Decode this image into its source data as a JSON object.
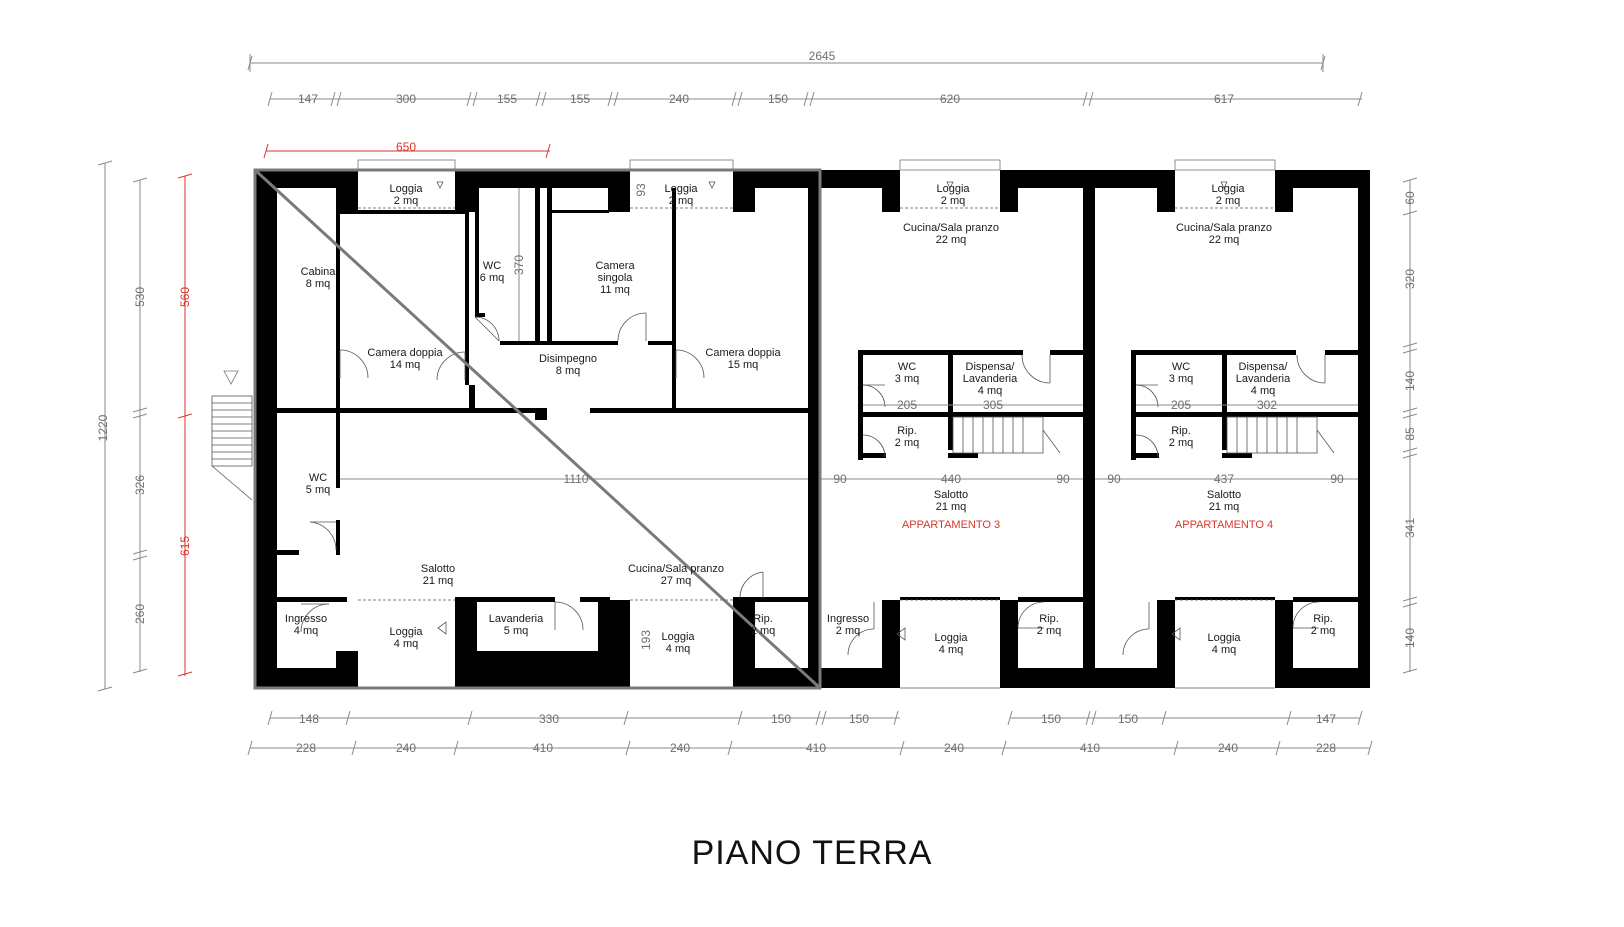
{
  "title": "PIANO TERRA",
  "dimensions": {
    "top_total": "2645",
    "top_row": [
      "147",
      "300",
      "155",
      "155",
      "240",
      "150",
      "620",
      "617"
    ],
    "red_top": "650",
    "bottom_row1": [
      "148",
      "330",
      "150",
      "150",
      "150",
      "150",
      "147"
    ],
    "bottom_row2": [
      "228",
      "240",
      "410",
      "240",
      "410",
      "240",
      "410",
      "240",
      "228"
    ],
    "left_total": "1220",
    "left_row": [
      "530",
      "326",
      "260"
    ],
    "left_red": [
      "560",
      "615"
    ],
    "right_row": [
      "60",
      "320",
      "140",
      "85",
      "341",
      "140"
    ],
    "inner": {
      "wc_height": "370",
      "loggia_depth": "93",
      "loggia_bottom_depth": "193",
      "apt1_width": "1110",
      "apt3_wc": "205",
      "apt3_disp": "305",
      "apt3_side_left": "90",
      "apt3_mid": "440",
      "apt3_side_right": "90",
      "apt4_wc": "205",
      "apt4_disp": "302",
      "apt4_side_left": "90",
      "apt4_mid": "437",
      "apt4_side_right": "90"
    }
  },
  "rooms": {
    "loggia_top_1": {
      "name": "Loggia",
      "area": "2 mq"
    },
    "loggia_top_2": {
      "name": "Loggia",
      "area": "2 mq"
    },
    "loggia_top_3": {
      "name": "Loggia",
      "area": "2 mq"
    },
    "loggia_top_4": {
      "name": "Loggia",
      "area": "2 mq"
    },
    "cabina": {
      "name": "Cabina",
      "area": "8 mq"
    },
    "wc_a1": {
      "name": "WC",
      "area": "6 mq"
    },
    "camera_singola": {
      "name": "Camera",
      "name2": "singola",
      "area": "11 mq"
    },
    "camera_doppia_1": {
      "name": "Camera doppia",
      "area": "14 mq"
    },
    "disimpegno": {
      "name": "Disimpegno",
      "area": "8 mq"
    },
    "camera_doppia_2": {
      "name": "Camera doppia",
      "area": "15 mq"
    },
    "wc_a2": {
      "name": "WC",
      "area": "5 mq"
    },
    "salotto_a": {
      "name": "Salotto",
      "area": "21 mq"
    },
    "cucina_a": {
      "name": "Cucina/Sala pranzo",
      "area": "27 mq"
    },
    "ingresso_a": {
      "name": "Ingresso",
      "area": "4 mq"
    },
    "loggia_b1": {
      "name": "Loggia",
      "area": "4 mq"
    },
    "lavanderia": {
      "name": "Lavanderia",
      "area": "5 mq"
    },
    "loggia_b2": {
      "name": "Loggia",
      "area": "4 mq"
    },
    "rip_a": {
      "name": "Rip.",
      "area": "2 mq"
    },
    "cucina_3": {
      "name": "Cucina/Sala pranzo",
      "area": "22 mq"
    },
    "wc_3": {
      "name": "WC",
      "area": "3 mq"
    },
    "dispensa_3": {
      "name": "Dispensa/",
      "name2": "Lavanderia",
      "area": "4 mq"
    },
    "rip_3a": {
      "name": "Rip.",
      "area": "2 mq"
    },
    "salotto_3": {
      "name": "Salotto",
      "area": "21 mq"
    },
    "ingresso_3": {
      "name": "Ingresso",
      "area": "2 mq"
    },
    "loggia_3b": {
      "name": "Loggia",
      "area": "4 mq"
    },
    "rip_3b": {
      "name": "Rip.",
      "area": "2 mq"
    },
    "cucina_4": {
      "name": "Cucina/Sala pranzo",
      "area": "22 mq"
    },
    "wc_4": {
      "name": "WC",
      "area": "3 mq"
    },
    "dispensa_4": {
      "name": "Dispensa/",
      "name2": "Lavanderia",
      "area": "4 mq"
    },
    "rip_4a": {
      "name": "Rip.",
      "area": "2 mq"
    },
    "salotto_4": {
      "name": "Salotto",
      "area": "21 mq"
    },
    "loggia_4b": {
      "name": "Loggia",
      "area": "4 mq"
    },
    "rip_4b": {
      "name": "Rip.",
      "area": "2 mq"
    }
  },
  "apartments": {
    "apt3": "APPARTAMENTO 3",
    "apt4": "APPARTAMENTO 4"
  }
}
